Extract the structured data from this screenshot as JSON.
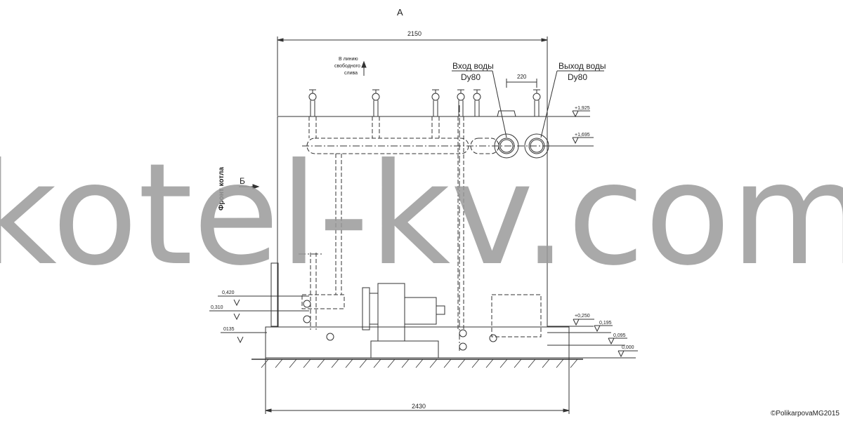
{
  "drawing": {
    "view_a": "А",
    "view_b": "Б",
    "width_top": "2150",
    "width_bottom": "2430",
    "drain_note_line1": "В линию",
    "drain_note_line2": "свободного",
    "drain_note_line3": "слива",
    "inlet_label": "Вход воды",
    "inlet_dn": "Dy80",
    "outlet_label": "Выход воды",
    "outlet_dn": "Dy80",
    "spacing_220": "220",
    "front_label": "Фронт котла",
    "elev_1925": "+1,925",
    "elev_1695": "+1,695",
    "elev_0420": "0,420",
    "elev_0310": "0,310",
    "elev_0135": "0135",
    "elev_0250": "+0,250",
    "elev_0195": "0,195",
    "elev_0095": "0,095",
    "elev_0000": "0,000"
  },
  "watermark": "kotel-kv.com",
  "copyright": "©PolikarpovaMG2015"
}
